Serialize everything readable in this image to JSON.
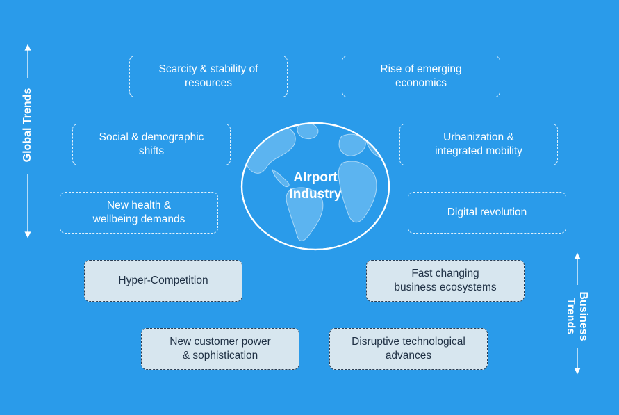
{
  "center": {
    "line1": "AIrport",
    "line2": "Industry"
  },
  "axis_labels": {
    "global": "Global Trends",
    "business_line1": "Business",
    "business_line2": "Trends"
  },
  "global_trends": [
    {
      "line1": "Scarcity & stability of",
      "line2": "resources"
    },
    {
      "line1": "Rise of emerging",
      "line2": "economics"
    },
    {
      "line1": "Social & demographic",
      "line2": "shifts"
    },
    {
      "line1": "Urbanization &",
      "line2": "integrated mobility"
    },
    {
      "line1": "New health &",
      "line2": "wellbeing demands"
    },
    {
      "line1": "Digital revolution",
      "line2": ""
    }
  ],
  "business_trends": [
    {
      "line1": "Hyper-Competition",
      "line2": ""
    },
    {
      "line1": "Fast changing",
      "line2": "business ecosystems"
    },
    {
      "line1": "New customer power",
      "line2": "& sophistication"
    },
    {
      "line1": "Disruptive technological",
      "line2": "advances"
    }
  ],
  "colors": {
    "background": "#2a9bea",
    "business_fill": "#d7e6ef",
    "business_text": "#1f3044",
    "white": "#ffffff"
  }
}
